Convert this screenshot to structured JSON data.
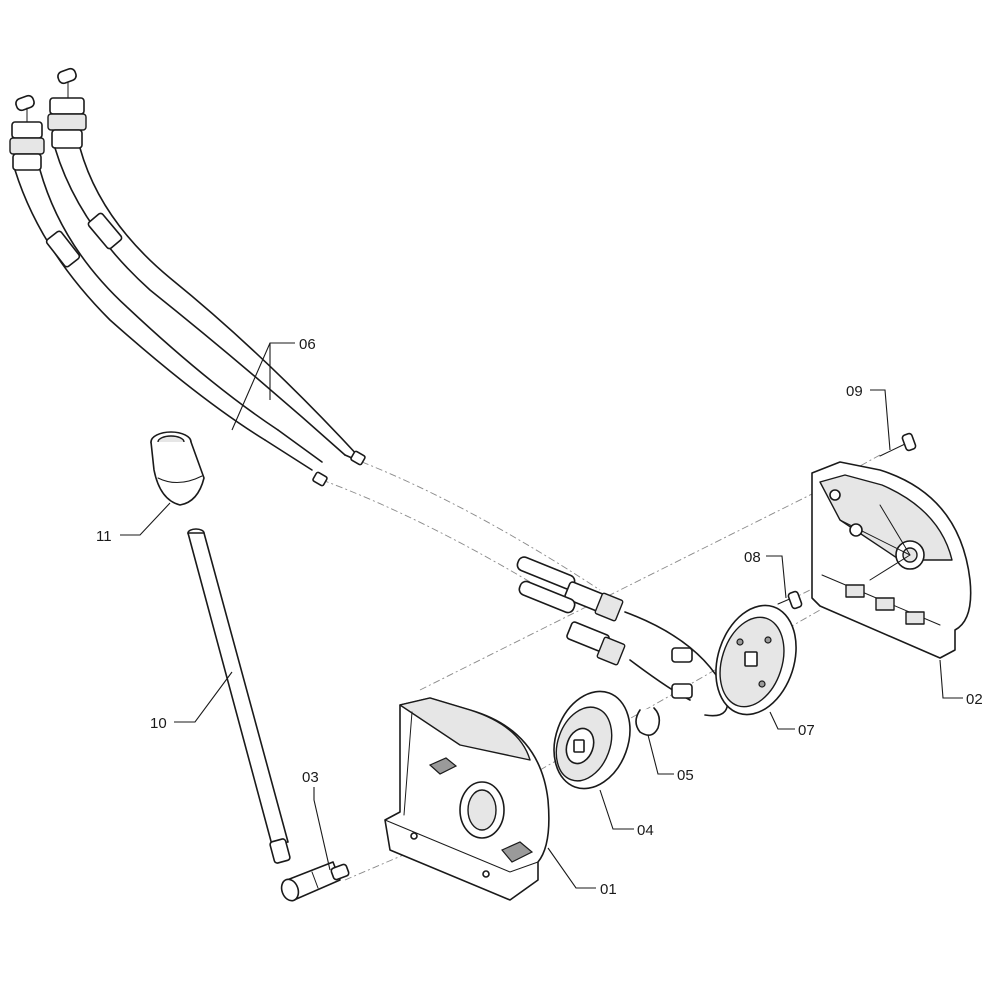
{
  "diagram": {
    "callouts": [
      {
        "id": "01",
        "label": "01"
      },
      {
        "id": "02",
        "label": "02"
      },
      {
        "id": "03",
        "label": "03"
      },
      {
        "id": "04",
        "label": "04"
      },
      {
        "id": "05",
        "label": "05"
      },
      {
        "id": "06",
        "label": "06"
      },
      {
        "id": "07",
        "label": "07"
      },
      {
        "id": "08",
        "label": "08"
      },
      {
        "id": "09",
        "label": "09"
      },
      {
        "id": "10",
        "label": "10"
      },
      {
        "id": "11",
        "label": "11"
      }
    ]
  }
}
